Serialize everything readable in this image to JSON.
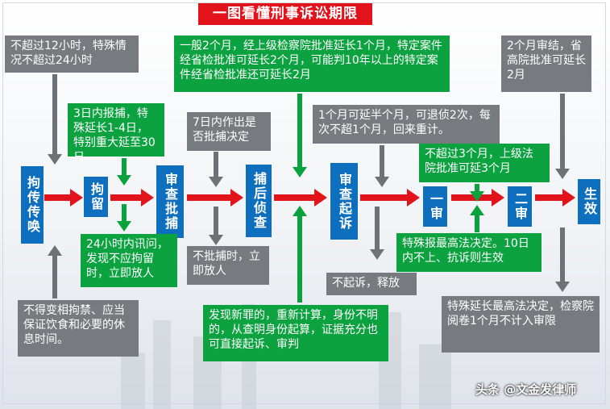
{
  "title": "一图看懂刑事诉讼期限",
  "stages": {
    "juchuan": "拘传传唤",
    "juliu": "拘留",
    "shencha_pibu": "审查批捕",
    "bu_hou_zhencha": "捕后侦查",
    "shencha_qisu": "审查起诉",
    "yishen": "一审",
    "ershen": "二审",
    "shengxiao": "生效"
  },
  "notes": {
    "juchuan_time": "不超过12小时，特殊情况不超过24小时",
    "juchuan_rights": "不得变相拘禁、应当保证饮食和必要的休息时间。",
    "juliu_report": "3日内报捕，特殊延长1-4日，特别重大延至30日",
    "juliu_interrogate": "24小时内讯问，发现不应拘留时，立即放人",
    "pibu_decide": "7日内作出是否批捕决定",
    "pibu_release": "不批捕时，立即放人",
    "zhencha_extend": "一般2个月，经上级检察院批准延长1个月，特定案件经省检批准可延长2个月，可能判10年以上的特定案件经省检批准还可延长2月",
    "zhencha_new_crime": "发现新罪的，重新计算，身份不明的，从查明身份起算，证据充分也可直接起诉、审判",
    "qisu_extend": "1个月可延半个月，可退侦2次，每次不超1个月，回来重计。",
    "qisu_not": "不起诉，释放",
    "yishen_limit": "不超过3个月，上级法院批准可延3个月",
    "yishen_special": "特殊报最高法决定。10日内不上、抗诉则生效",
    "ershen_limit": "2个月审结，省高院批准可延长2月",
    "ershen_special": "特殊延长最高法决定，检察院阅卷1个月不计入审限"
  },
  "watermark": "头条 @文金发律师",
  "colors": {
    "accent_red": "#e3131b",
    "stage_blue": "#0e6fbf",
    "note_green": "#0da240",
    "note_gray": "#777a7e"
  }
}
